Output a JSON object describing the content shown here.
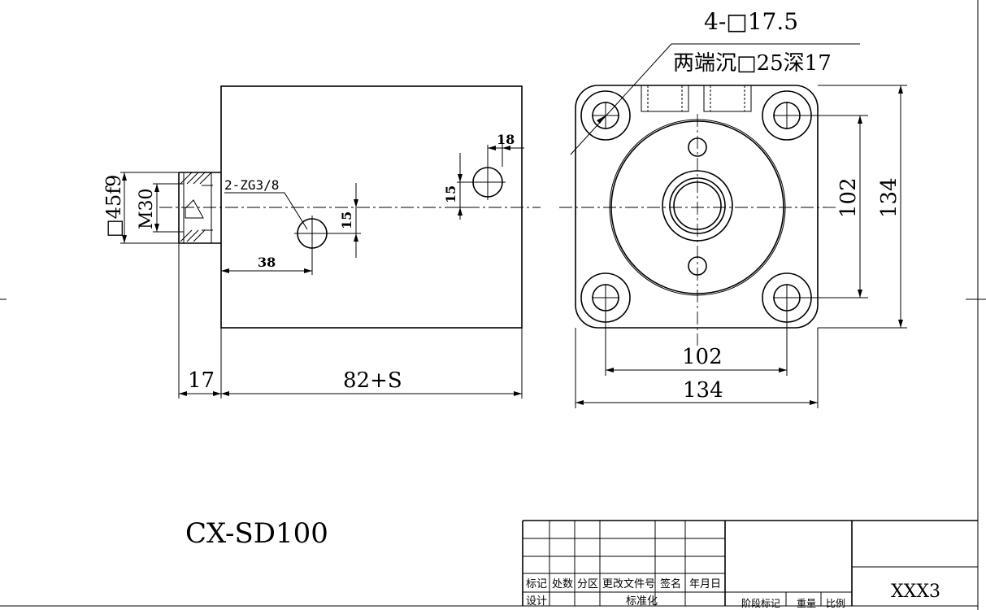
{
  "model": "CX-SD100",
  "callout": {
    "holes": "4-□17.5",
    "counterbore": "两端沉□25深17"
  },
  "side_view": {
    "rod_square": "□45f9",
    "rod_thread": "M30",
    "port_label": "2-ZG3/8",
    "dim_18": "18",
    "dim_15_right": "15",
    "dim_15_left": "15",
    "dim_38": "38",
    "dim_17": "17",
    "dim_stroke": "82+S"
  },
  "front_view": {
    "dim_102_vertical": "102",
    "dim_134_vertical": "134",
    "dim_102_horizontal": "102",
    "dim_134_horizontal": "134"
  },
  "title_block": {
    "row_headers": [
      "标记",
      "处数",
      "分区",
      "更改文件号",
      "签名",
      "年月日"
    ],
    "row_design": [
      "设计",
      "标准化"
    ],
    "stage_label": "阶段标记",
    "weight_label": "重量",
    "scale_label": "比例",
    "part_code": "XXX3"
  }
}
